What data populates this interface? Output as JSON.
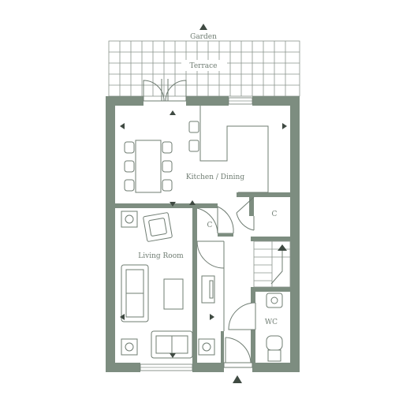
{
  "labels": {
    "garden": "Garden",
    "terrace": "Terrace",
    "kitchen_dining": "Kitchen / Dining",
    "living_room": "Living Room",
    "cupboard_left": "C",
    "cupboard_right": "C",
    "wc": "WC"
  },
  "colors": {
    "wall": "#7d8d80",
    "line": "#6f7c72",
    "marker": "#3f4a42",
    "background": "#ffffff"
  }
}
